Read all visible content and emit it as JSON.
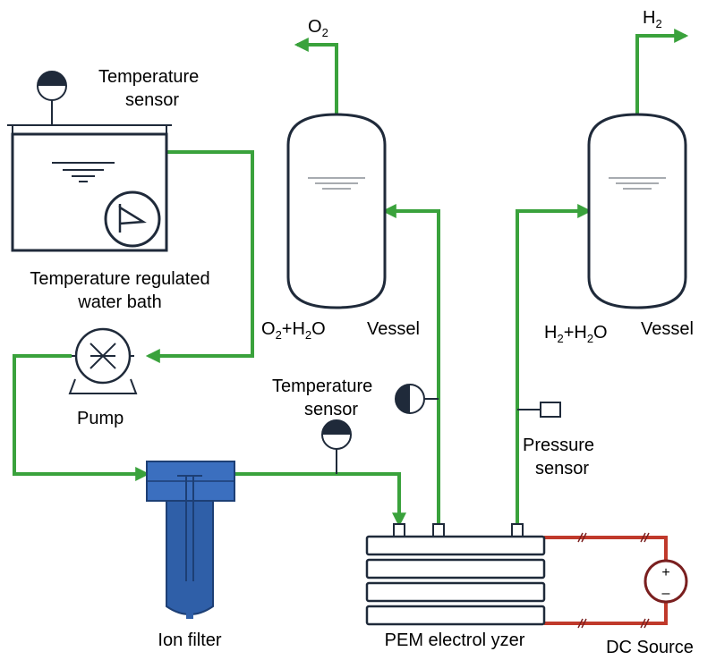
{
  "labels": {
    "o2_out": "O",
    "o2_out_sub": "2",
    "h2_out": "H",
    "h2_out_sub": "2",
    "temp_sensor_bath_line1": "Temperature",
    "temp_sensor_bath_line2": "sensor",
    "water_bath_line1": "Temperature regulated",
    "water_bath_line2": "water bath",
    "o2_mix_a": "O",
    "o2_mix_sub1": "2",
    "o2_mix_b": "+H",
    "o2_mix_sub2": "2",
    "o2_mix_c": "O",
    "vessel_left": "Vessel",
    "h2_mix_a": "H",
    "h2_mix_sub1": "2",
    "h2_mix_b": "+H",
    "h2_mix_sub2": "2",
    "h2_mix_c": "O",
    "vessel_right": "Vessel",
    "pump": "Pump",
    "temp_sensor_inlet_line1": "Temperature",
    "temp_sensor_inlet_line2": "sensor",
    "pressure_sensor_line1": "Pressure",
    "pressure_sensor_line2": "sensor",
    "ion_filter": "Ion filter",
    "electrolyzer": "PEM electrol yzer",
    "dc_source": "DC Source",
    "plus": "+",
    "minus": "–"
  },
  "colors": {
    "water_pipe": "#3aa23c",
    "electric_wire": "#c0392b",
    "ion_filter": "#2f5fa8",
    "outline": "#1f2a3a"
  }
}
